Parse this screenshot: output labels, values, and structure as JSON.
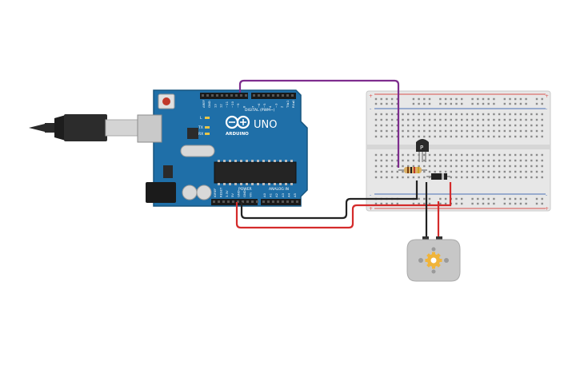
{
  "arduino": {
    "brand": "ARDUINO",
    "model": "UNO",
    "digital_label": "DIGITAL (PWM~)",
    "power_label": "POWER",
    "analog_label": "ANALOG IN",
    "tx_label": "TX",
    "rx_label": "RX",
    "l_label": "L",
    "digital_pins": [
      "AREF",
      "GND",
      "13",
      "12",
      "~11",
      "~10",
      "~9",
      "8",
      "7",
      "~6",
      "~5",
      "4",
      "~3",
      "2",
      "TX▸1",
      "RX◂0"
    ],
    "power_pins": [
      "IOREF",
      "RESET",
      "3.3V",
      "5V",
      "GND",
      "GND",
      "Vin"
    ],
    "analog_pins": [
      "A0",
      "A1",
      "A2",
      "A3",
      "A4",
      "A5"
    ]
  },
  "breadboard": {
    "plus": "+",
    "minus": "-"
  },
  "transistor": {
    "label": "P"
  },
  "colors": {
    "board": "#1f6fa8",
    "board_dark": "#16557f",
    "wire_purple": "#7e2d8e",
    "wire_red": "#d42b2b",
    "wire_black": "#222222",
    "breadboard": "#e7e7e7",
    "rail_red": "#d9534f",
    "rail_blue": "#4a6fb5",
    "motor": "#c7c7c7",
    "motor_gear": "#f0b43a"
  },
  "icons": {
    "usb_cable": "usb-cable-icon",
    "motor": "dc-motor-icon",
    "resistor": "resistor-icon",
    "diode": "diode-icon",
    "transistor": "transistor-icon"
  }
}
